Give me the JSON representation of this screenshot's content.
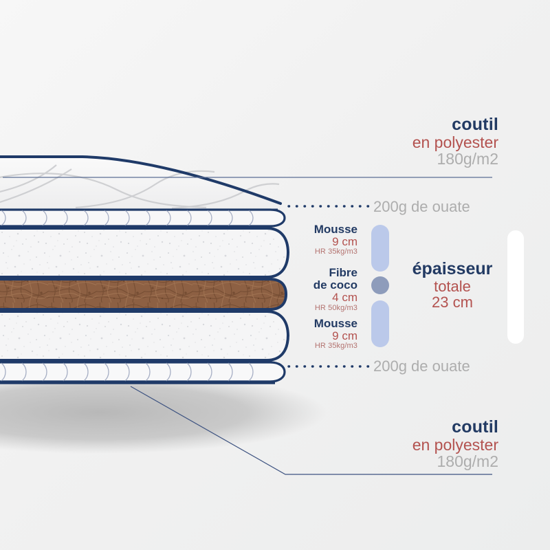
{
  "product": {
    "type": "mattress-cutaway-infographic",
    "language": "fr"
  },
  "colors": {
    "navy": "#223a63",
    "red": "#b3524f",
    "grey": "#adadad",
    "capsule_light": "#bbc9ea",
    "capsule_dark": "#8e9cbb",
    "coco_brown": "#8b5f3f",
    "foam_white": "#f4f4f4",
    "background": "#f1f1f1"
  },
  "callouts": {
    "coutil_top": {
      "title": "coutil",
      "material": "en polyester",
      "weight": "180g/m2"
    },
    "coutil_bottom": {
      "title": "coutil",
      "material": "en polyester",
      "weight": "180g/m2"
    },
    "ouate_top": "200g de ouate",
    "ouate_bottom": "200g de ouate"
  },
  "layers": [
    {
      "name": "Mousse",
      "thickness": "9 cm",
      "density": "HR 35kg/m3"
    },
    {
      "name": "Fibre de coco",
      "name_line1": "Fibre",
      "name_line2": "de coco",
      "thickness": "4 cm",
      "density": "HR 50kg/m3"
    },
    {
      "name": "Mousse",
      "thickness": "9 cm",
      "density": "HR 35kg/m3"
    }
  ],
  "total": {
    "line1": "épaisseur",
    "line2": "totale",
    "line3": "23 cm"
  }
}
